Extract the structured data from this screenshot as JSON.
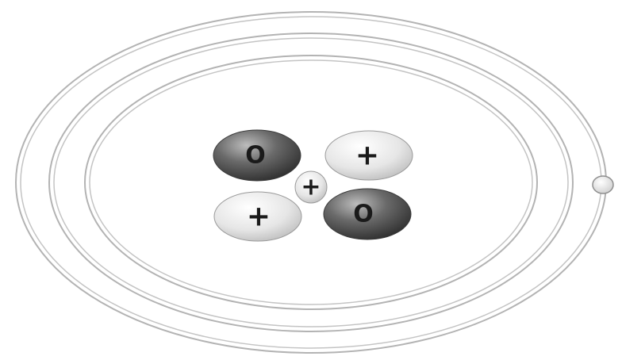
{
  "colors": {
    "background": "#ffffff",
    "orbit_stroke": "#b3b3b3",
    "neutron_fill": "#4a4a4a",
    "proton_fill": "#e2e2e2",
    "symbol_color": "#1a1a1a"
  },
  "nucleus": {
    "neutrons": [
      {
        "symbol": "O"
      },
      {
        "symbol": "O"
      }
    ],
    "protons": [
      {
        "symbol": "+"
      },
      {
        "symbol": "+"
      },
      {
        "symbol": "+"
      }
    ]
  },
  "orbits": [
    {
      "name": "orbit-outer"
    },
    {
      "name": "orbit-middle"
    },
    {
      "name": "orbit-inner"
    }
  ],
  "electrons": [
    {
      "name": "electron"
    }
  ]
}
